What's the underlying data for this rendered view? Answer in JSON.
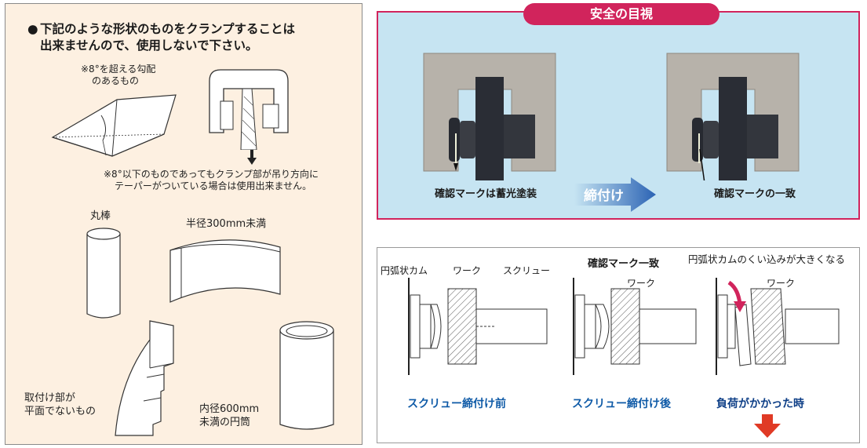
{
  "left": {
    "warning_line1": "下記のような形状のものをクランプすることは",
    "warning_line2": "出来ませんので、使用しないで下さい。",
    "bullet": "●",
    "slope_note_line1": "※8°を超える勾配",
    "slope_note_line2": "のあるもの",
    "taper_note_line1": "※8°以下のものであってもクランプ部が吊り方向に",
    "taper_note_line2": "テーパーがついている場合は使用出来ません。",
    "round_bar": "丸棒",
    "radius_label": "半径300mm未満",
    "uneven_line1": "取付け部が",
    "uneven_line2": "平面でないもの",
    "cylinder_line1": "内径600mm",
    "cylinder_line2": "未満の円筒"
  },
  "safety": {
    "title": "安全の目視",
    "left_caption": "確認マークは蓄光塗装",
    "arrow_label": "締付け",
    "right_caption": "確認マークの一致"
  },
  "diagram": {
    "label_cam": "円弧状カム",
    "label_work": "ワーク",
    "label_screw": "スクリュー",
    "label_mark_match": "確認マーク一致",
    "label_work2": "ワーク",
    "label_cam_bite": "円弧状カムのくい込みが大きくなる",
    "label_work3": "ワーク",
    "cap_before": "スクリュー締付け前",
    "cap_after": "スクリュー締付け後",
    "cap_load": "負荷がかかった時"
  },
  "colors": {
    "accent_pink": "#d1245c",
    "panel_blue": "#c6e4f2",
    "caption_blue": "#0e5aa7",
    "arrow_red": "#e03a25"
  }
}
